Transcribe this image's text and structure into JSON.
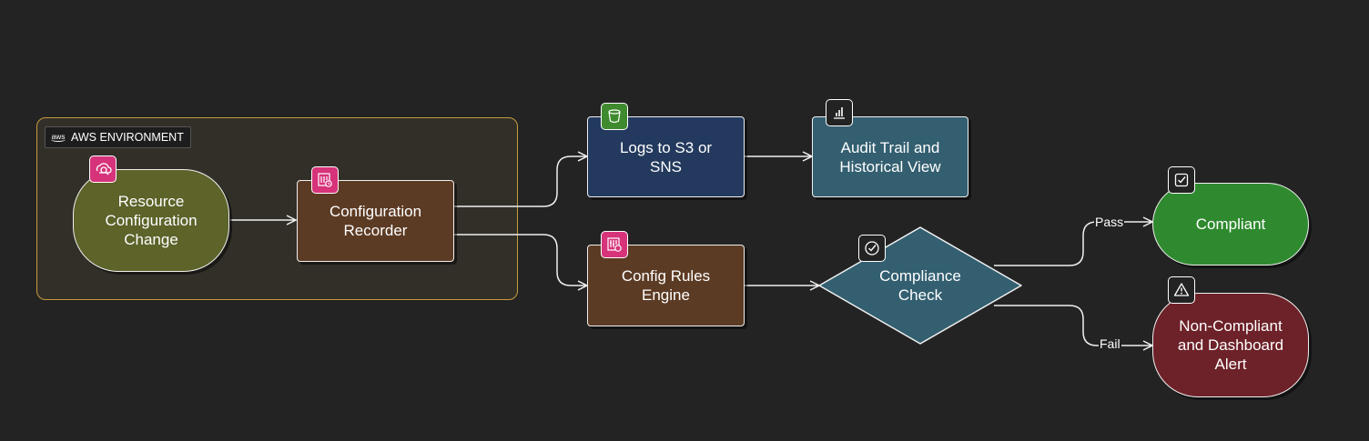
{
  "group": {
    "label": "AWS ENVIRONMENT",
    "logo_text": "aws",
    "border_color": "#c79a3d"
  },
  "nodes": {
    "resource_change": {
      "label": "Resource\nConfiguration\nChange",
      "color": "#5d6329",
      "icon": "config-search-icon",
      "icon_color": "#d6337a"
    },
    "config_recorder": {
      "label": "Configuration\nRecorder",
      "color": "#5c3b24",
      "icon": "config-recorder-icon",
      "icon_color": "#d6337a"
    },
    "logs_s3_sns": {
      "label": "Logs to S3 or\nSNS",
      "color": "#233a5e",
      "icon": "s3-bucket-icon",
      "icon_color": "#3f8a2f"
    },
    "audit_trail": {
      "label": "Audit Trail and\nHistorical View",
      "color": "#335f70",
      "icon": "bar-chart-icon",
      "icon_color": "#232323"
    },
    "config_rules": {
      "label": "Config Rules\nEngine",
      "color": "#5c3b24",
      "icon": "config-rules-icon",
      "icon_color": "#d6337a"
    },
    "compliance_check": {
      "label": "Compliance\nCheck",
      "color": "#335f70",
      "icon": "check-circle-icon",
      "icon_color": "#232323"
    },
    "compliant": {
      "label": "Compliant",
      "color": "#2f8a2f",
      "icon": "checkbox-icon",
      "icon_color": "#232323"
    },
    "non_compliant": {
      "label": "Non-Compliant\nand Dashboard\nAlert",
      "color": "#6d2128",
      "icon": "warning-icon",
      "icon_color": "#232323"
    }
  },
  "edges": {
    "pass_label": "Pass",
    "fail_label": "Fail"
  }
}
